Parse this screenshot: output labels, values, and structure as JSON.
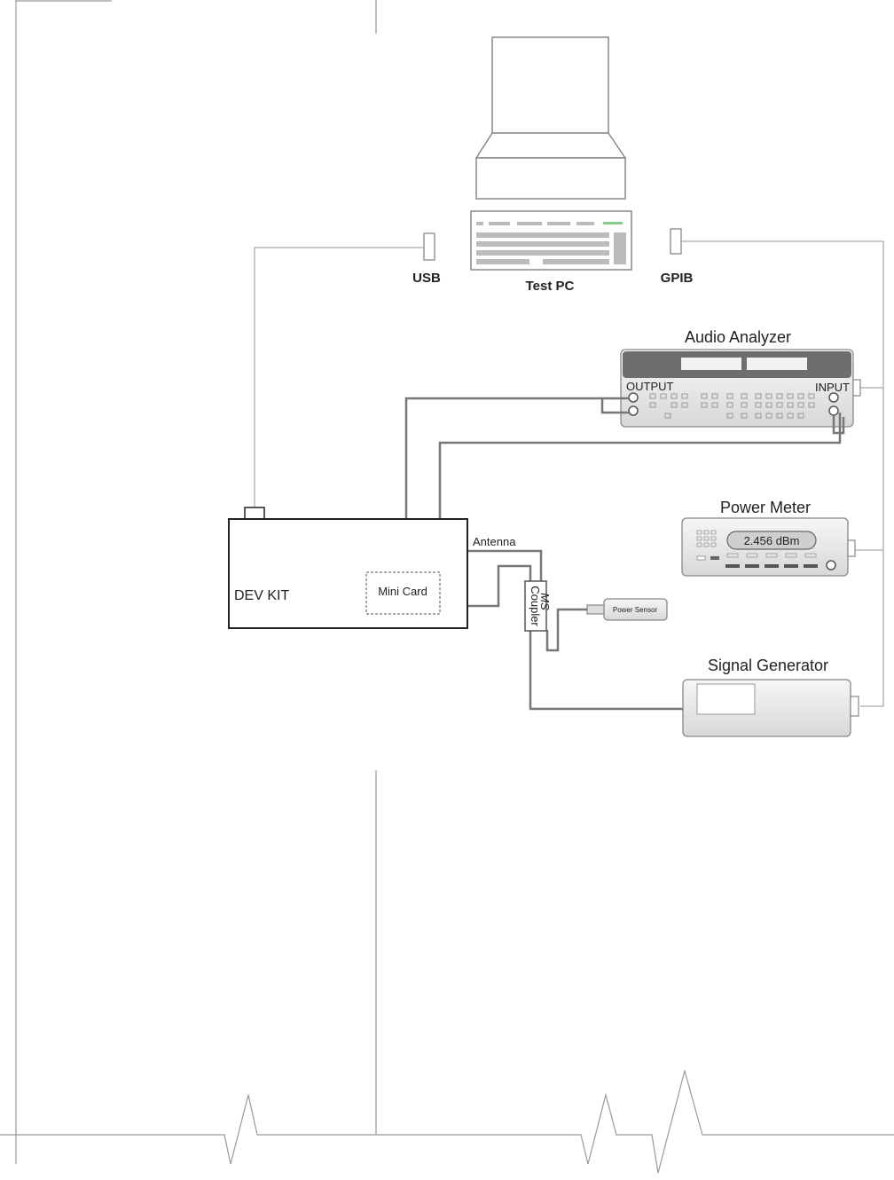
{
  "diagram": {
    "labels": {
      "usb": "USB",
      "test_pc": "Test PC",
      "gpib": "GPIB",
      "audio_analyzer": "Audio Analyzer",
      "output": "OUTPUT",
      "input": "INPUT",
      "power_meter": "Power Meter",
      "power_reading": "2.456 dBm",
      "power_sensor": "Power Sensor",
      "signal_generator": "Signal Generator",
      "antenna": "Antenna",
      "dev_kit": "DEV KIT",
      "mini_card": "Mini Card",
      "coupler": "Coupler",
      "coupler_mark": "MS"
    },
    "colors": {
      "wire": "#777777",
      "device_fill": "#e6e6e6",
      "analyzer_panel": "#6e6e6e"
    }
  }
}
